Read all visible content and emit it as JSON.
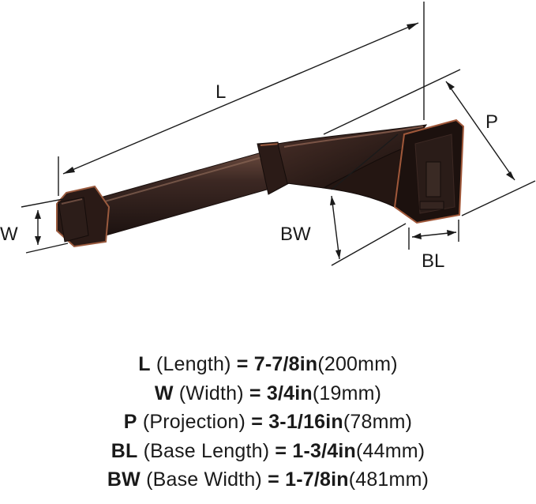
{
  "dimension_labels": {
    "length": "L",
    "width": "W",
    "projection": "P",
    "base_width": "BW",
    "base_length": "BL"
  },
  "specs": [
    {
      "code": "L",
      "name": "(Length)",
      "eq": "=",
      "imperial": "7-7/8in",
      "metric": "(200mm)"
    },
    {
      "code": "W",
      "name": "(Width)",
      "eq": "=",
      "imperial": "3/4in",
      "metric": "(19mm)"
    },
    {
      "code": "P",
      "name": "(Projection)",
      "eq": "=",
      "imperial": "3-1/16in",
      "metric": "(78mm)"
    },
    {
      "code": "BL",
      "name": "(Base Length)",
      "eq": "=",
      "imperial": "1-3/4in",
      "metric": "(44mm)"
    },
    {
      "code": "BW",
      "name": "(Base Width)",
      "eq": "=",
      "imperial": "1-7/8in",
      "metric": "(481mm)"
    }
  ],
  "colors": {
    "bronze": "#3a2620",
    "copper_highlight": "#a0583a",
    "line": "#1a1a1a"
  }
}
